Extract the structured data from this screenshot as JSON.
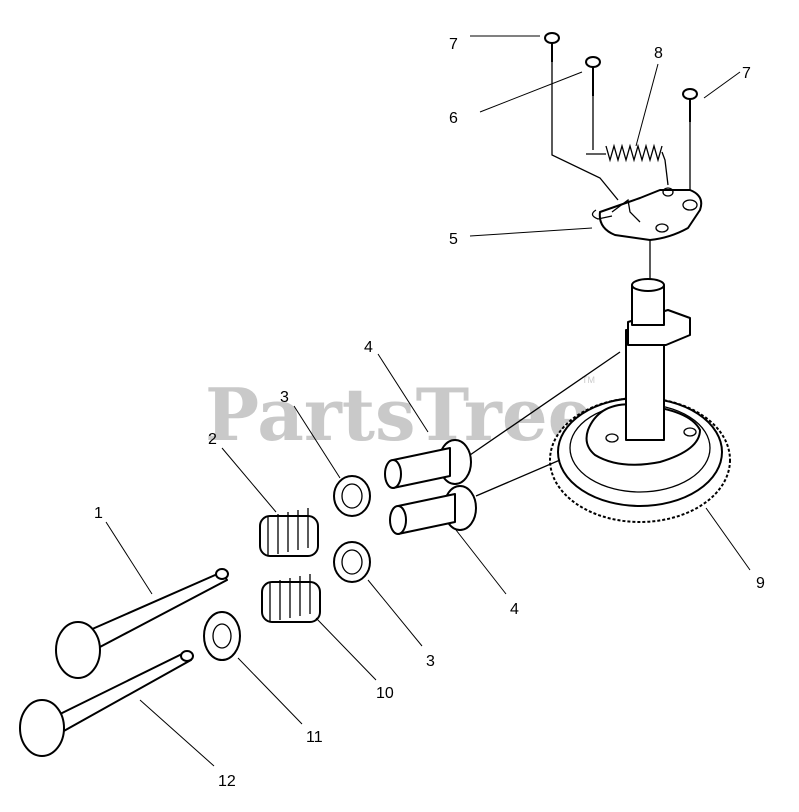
{
  "watermark": {
    "text": "PartsTree",
    "tm": "TM"
  },
  "callouts": [
    {
      "id": "c1",
      "text": "1"
    },
    {
      "id": "c2",
      "text": "2"
    },
    {
      "id": "c3a",
      "text": "3"
    },
    {
      "id": "c3b",
      "text": "3"
    },
    {
      "id": "c4a",
      "text": "4"
    },
    {
      "id": "c4b",
      "text": "4"
    },
    {
      "id": "c5",
      "text": "5"
    },
    {
      "id": "c6",
      "text": "6"
    },
    {
      "id": "c7a",
      "text": "7"
    },
    {
      "id": "c7b",
      "text": "7"
    },
    {
      "id": "c8",
      "text": "8"
    },
    {
      "id": "c9",
      "text": "9"
    },
    {
      "id": "c10",
      "text": "10"
    },
    {
      "id": "c11",
      "text": "11"
    },
    {
      "id": "c12",
      "text": "12"
    }
  ]
}
